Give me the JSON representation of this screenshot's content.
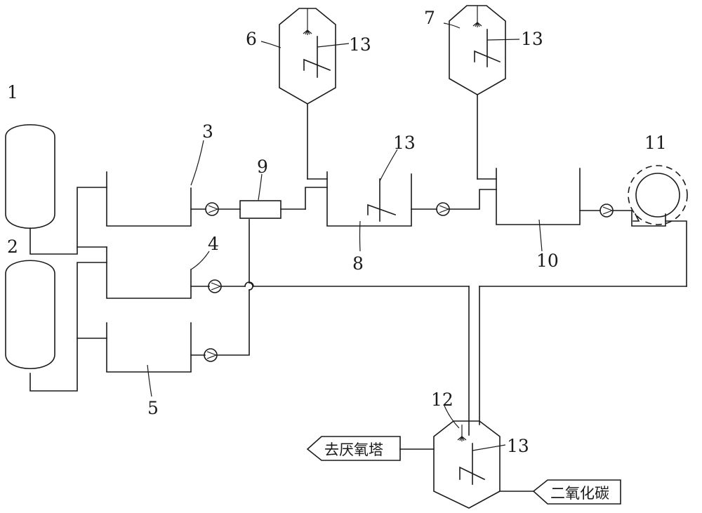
{
  "labels": {
    "l1": "1",
    "l2": "2",
    "l3": "3",
    "l4": "4",
    "l5": "5",
    "l6": "6",
    "l7": "7",
    "l8": "8",
    "l9": "9",
    "l10": "10",
    "l11": "11",
    "l12": "12",
    "l13a": "13",
    "l13b": "13",
    "l13c": "13",
    "l13d": "13"
  },
  "flags": {
    "to_anaerobic_tower": "去厌氧塔",
    "carbon_dioxide": "二氧化碳"
  },
  "icons": {
    "pump": "pump-icon",
    "spray": "spray-nozzle-icon",
    "agitator": "agitator-icon",
    "filter": "filter-icon",
    "fan": "blower-icon"
  }
}
